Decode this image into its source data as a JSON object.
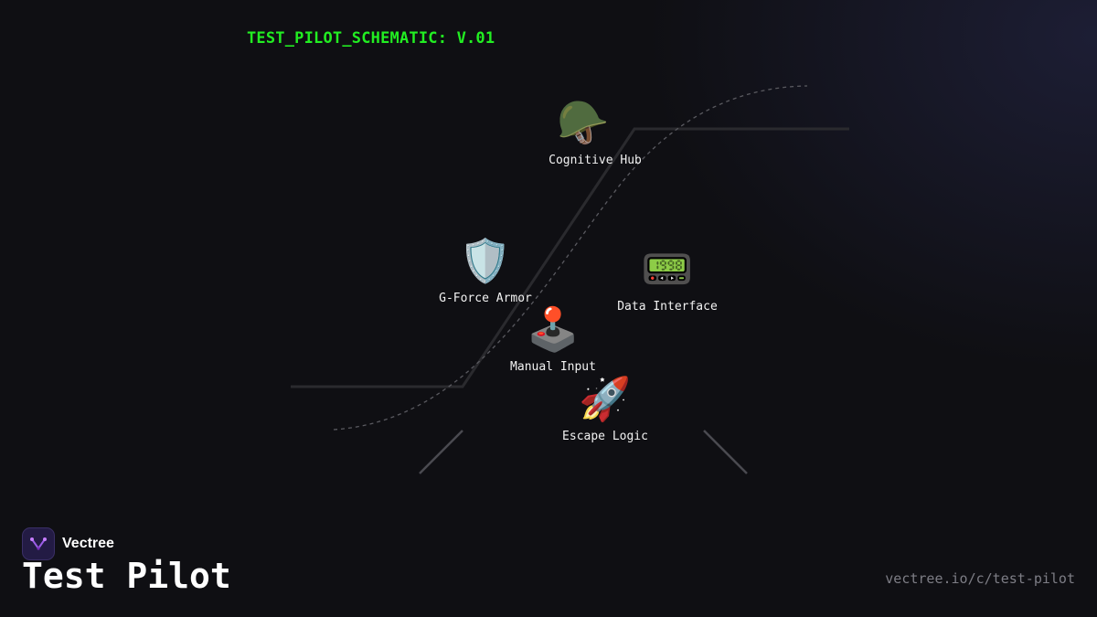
{
  "schematic_title": "TEST_PILOT_SCHEMATIC: V.01",
  "nodes": [
    {
      "id": "cognitive-hub",
      "emoji": "🪖",
      "label": "Cognitive Hub",
      "icon": "helmet-icon"
    },
    {
      "id": "g-force-armor",
      "emoji": "🛡️",
      "label": "G-Force Armor",
      "icon": "shield-icon"
    },
    {
      "id": "data-interface",
      "emoji": "📟",
      "label": "Data Interface",
      "icon": "pager-icon"
    },
    {
      "id": "manual-input",
      "emoji": "🕹️",
      "label": "Manual Input",
      "icon": "joystick-icon"
    },
    {
      "id": "escape-logic",
      "emoji": "🚀",
      "label": "Escape Logic",
      "icon": "rocket-icon"
    }
  ],
  "brand": {
    "name": "Vectree",
    "logo_icon": "vectree-logo-icon"
  },
  "page_title": "Test Pilot",
  "url": "vectree.io/c/test-pilot",
  "colors": {
    "title_green": "#22ee22",
    "background": "#0f0f13",
    "frame_line": "#2a2a2e",
    "logo_purple": "#9b5de5"
  }
}
